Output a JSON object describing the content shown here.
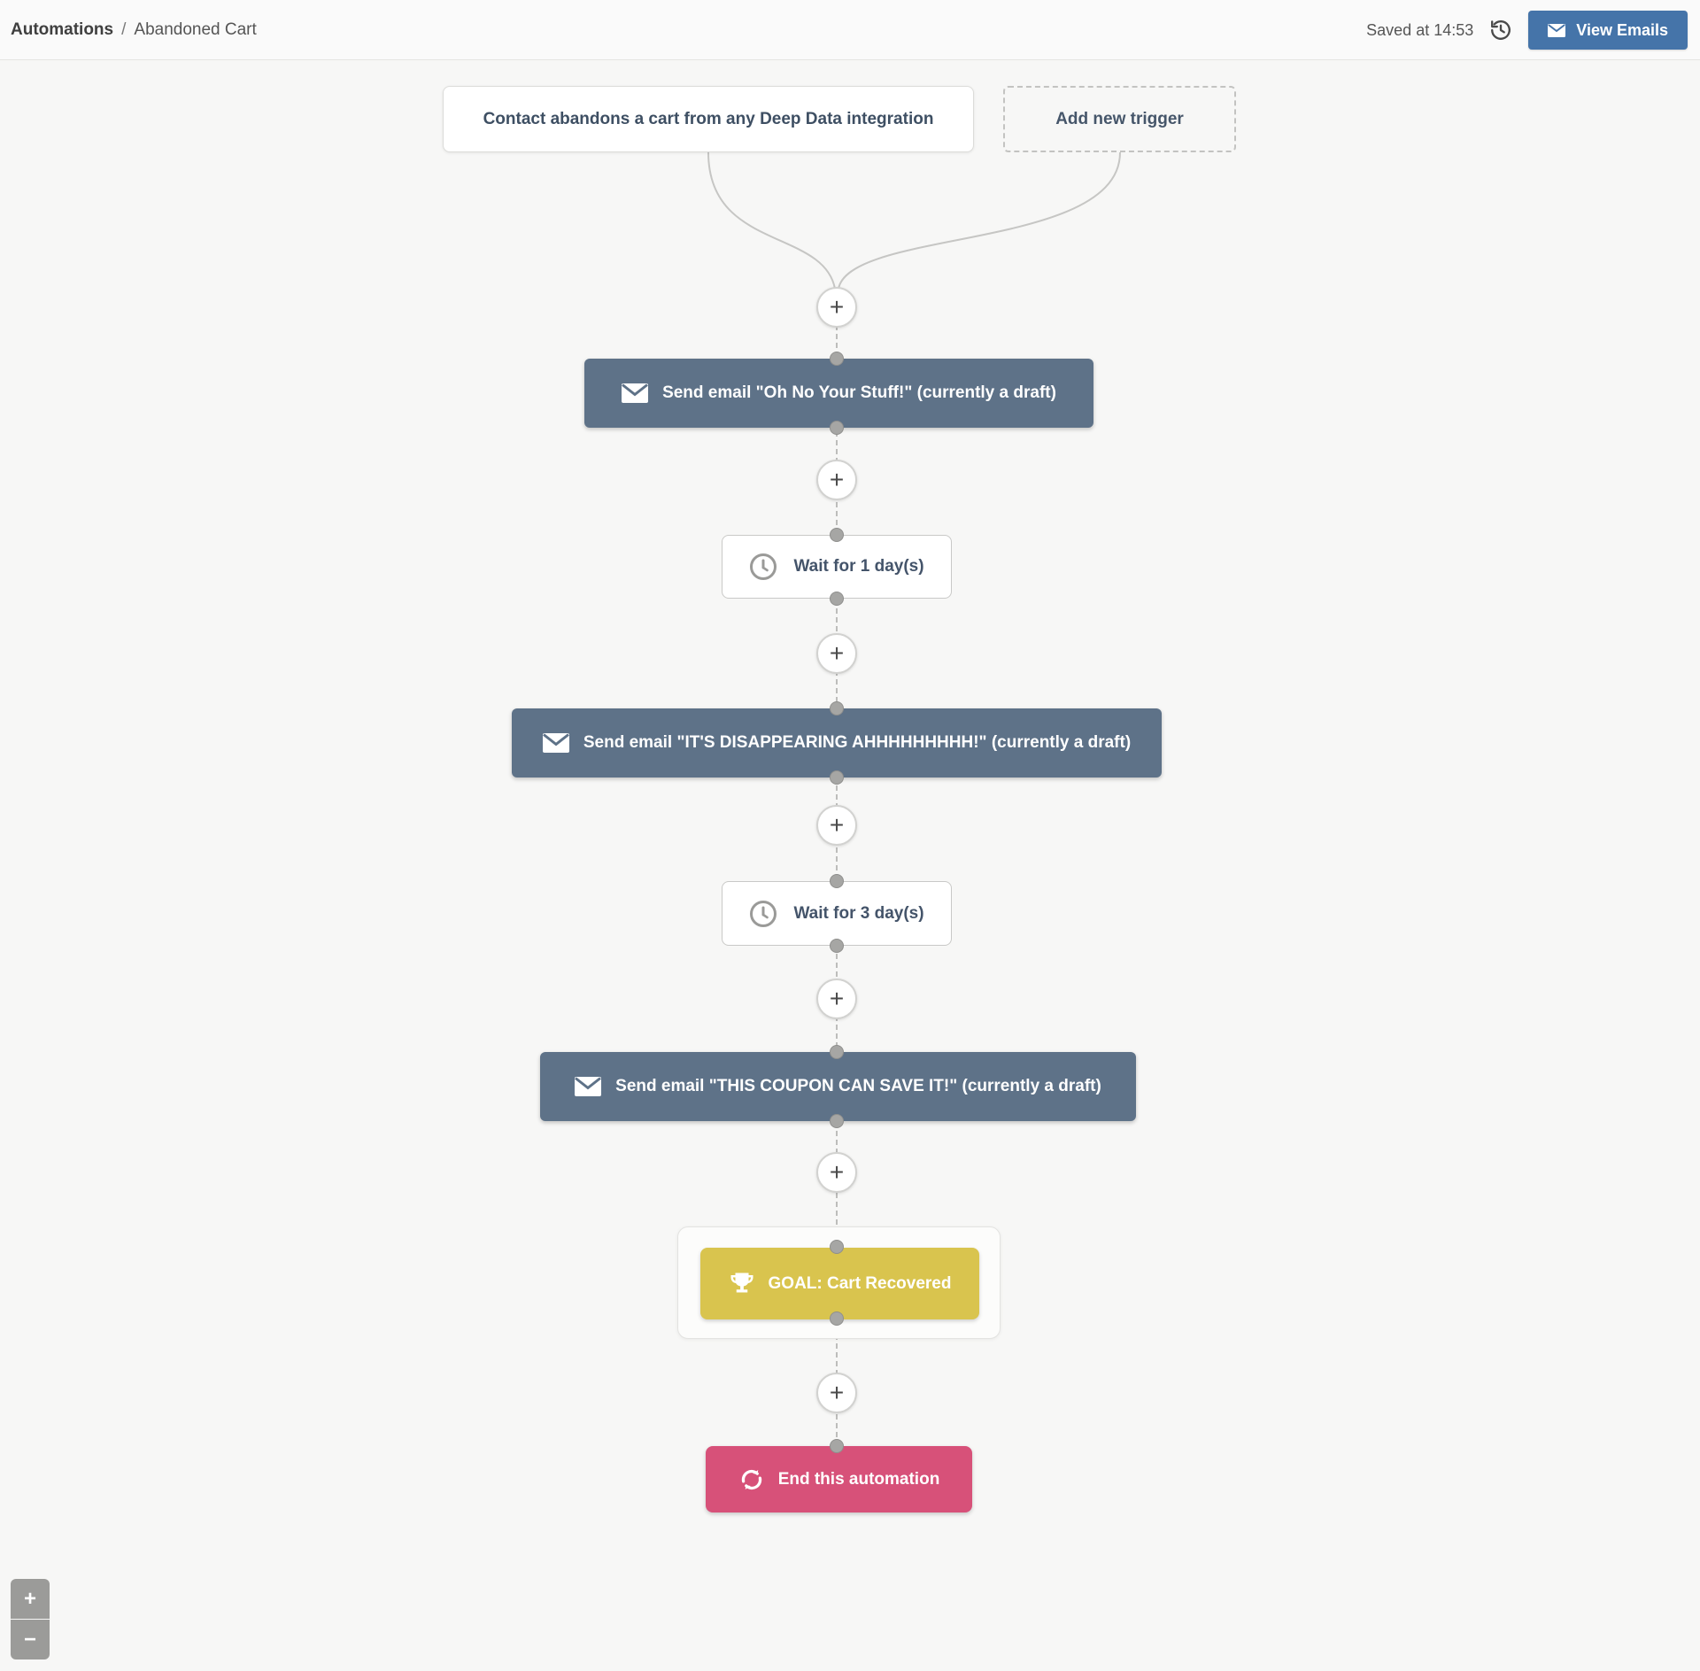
{
  "header": {
    "breadcrumb": {
      "section": "Automations",
      "separator": "/",
      "page": "Abandoned Cart"
    },
    "saved_status": "Saved at 14:53",
    "view_emails_label": "View Emails"
  },
  "triggers": {
    "deep_data": {
      "label": "Contact abandons a cart from any Deep Data integration"
    },
    "add_new": {
      "label": "Add new trigger"
    }
  },
  "nodes": {
    "email1": {
      "label": "Send email \"Oh No Your Stuff!\" (currently a draft)"
    },
    "wait1": {
      "label": "Wait for 1 day(s)"
    },
    "email2": {
      "label": "Send email \"IT'S DISAPPEARING AHHHHHHHHH!\" (currently a draft)"
    },
    "wait2": {
      "label": "Wait for 3 day(s)"
    },
    "email3": {
      "label": "Send email \"THIS COUPON CAN SAVE IT!\" (currently a draft)"
    },
    "goal": {
      "label": "GOAL: Cart Recovered"
    },
    "end": {
      "label": "End this automation"
    }
  },
  "controls": {
    "add_step_symbol": "+",
    "zoom_in": "+",
    "zoom_out": "−"
  },
  "colors": {
    "email_node": "#5e7288",
    "goal_node": "#d9c44e",
    "end_node": "#d75179",
    "primary_button": "#4574a9",
    "canvas_bg": "#f7f7f6"
  }
}
